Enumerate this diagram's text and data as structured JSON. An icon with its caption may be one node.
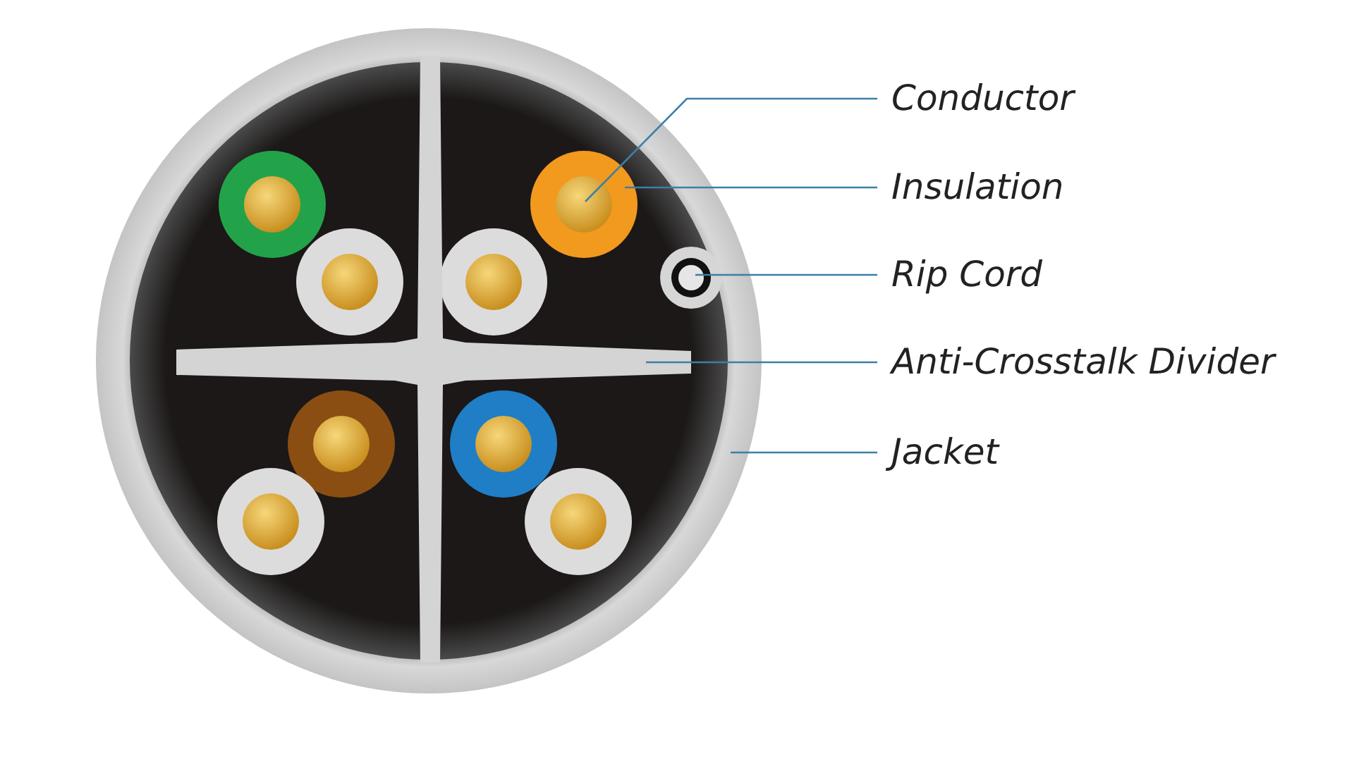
{
  "diagram": {
    "nodes": [
      {
        "text": [
          "Conductor"
        ]
      },
      {
        "text": [
          "Insulation"
        ]
      },
      {
        "text": [
          "Rip Cord"
        ]
      },
      {
        "text": [
          "Anti-Crosstalk Divider"
        ]
      },
      {
        "text": [
          "Jacket"
        ]
      },
      {
        "text": [],
        "shape": "circle",
        "in": 6
      },
      {
        "text": [],
        "shape": "circle",
        "in": 9
      },
      {
        "text": [],
        "shape": "circle",
        "in": 9
      },
      {
        "text": [],
        "shape": "bar",
        "in": 9
      },
      {
        "text": [],
        "shape": "circle"
      }
    ],
    "edges": [
      {
        "from": 0,
        "to": 5,
        "arrow": "none"
      },
      {
        "from": 1,
        "to": 6,
        "arrow": "none"
      },
      {
        "from": 2,
        "to": 7,
        "arrow": "none"
      },
      {
        "from": 3,
        "to": 8,
        "arrow": "none"
      },
      {
        "from": 4,
        "to": 9,
        "arrow": "none"
      }
    ]
  }
}
